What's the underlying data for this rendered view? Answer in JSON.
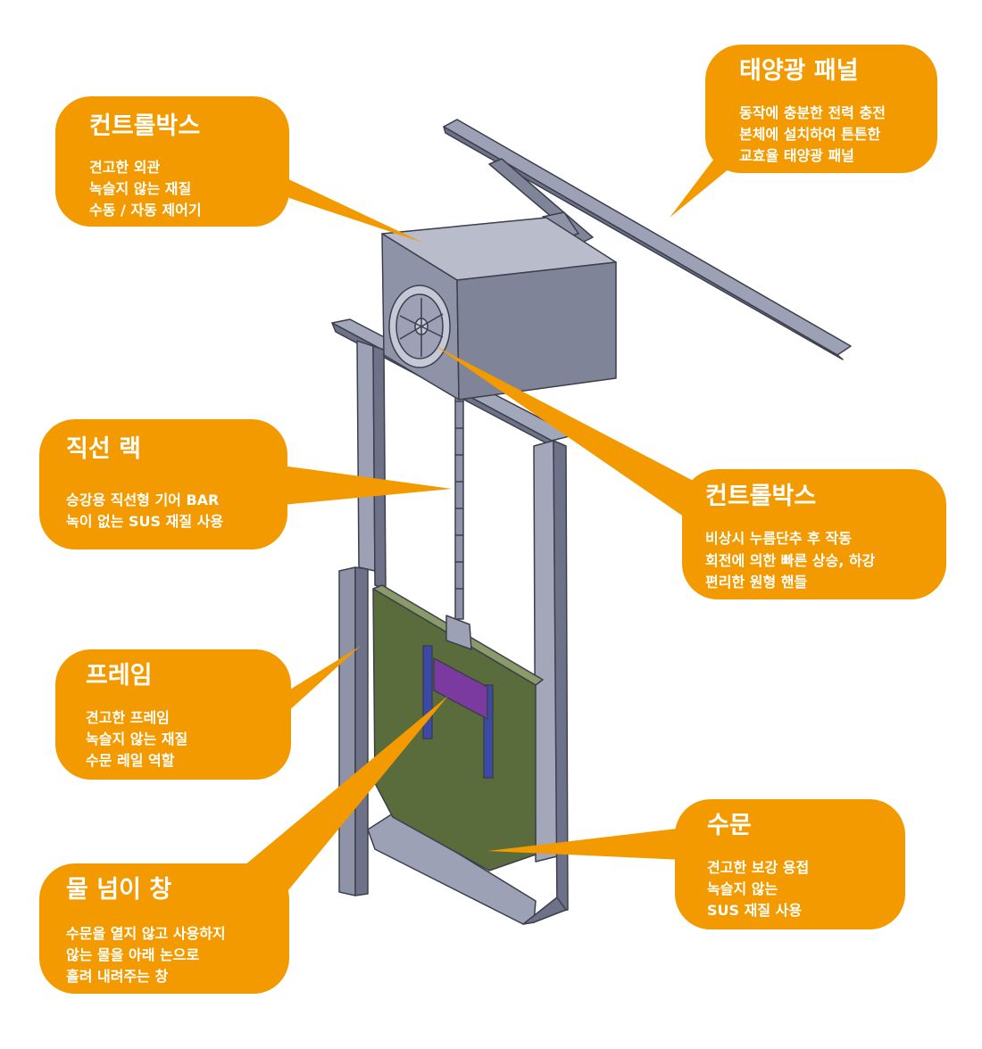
{
  "colors": {
    "callout": "#f29a00",
    "callout_text": "#ffffff",
    "metal": "#8e93a8",
    "metal_dark": "#6d7288",
    "metal_light": "#c5c8d6",
    "gate_panel": "#5a6b3c",
    "handle_purple": "#7b3aa0",
    "rail_blue": "#3b4aa8"
  },
  "callouts": {
    "control_box_top": {
      "title": "컨트롤박스",
      "lines": [
        "견고한 외관",
        "녹슬지 않는 재질",
        "수동 / 자동 제어기"
      ]
    },
    "solar_panel": {
      "title": "태양광 패널",
      "lines": [
        "동작에 충분한 전력 충전",
        "본체에 설치하여 튼튼한",
        "교효율 태양광 패널"
      ]
    },
    "linear_rack": {
      "title": "직선 랙",
      "lines": [
        "승강용 직선형 기어 BAR",
        "녹이 없는 SUS 재질 사용"
      ]
    },
    "control_box_handle": {
      "title": "컨트롤박스",
      "lines": [
        "비상시 누름단추 후 작동",
        "회전에 의한 빠른 상승, 하강",
        "편리한 원형 핸들"
      ]
    },
    "frame": {
      "title": "프레임",
      "lines": [
        "견고한 프레임",
        "녹슬지 않는 재질",
        "수문 레일 역할"
      ]
    },
    "gate": {
      "title": "수문",
      "lines": [
        "견고한 보강 용접",
        "녹슬지 않는",
        "SUS 재질 사용"
      ]
    },
    "overflow_window": {
      "title": "물 넘이 창",
      "lines": [
        "수문을 열지 않고 사용하지",
        "않는 물을 아래 논으로",
        "흘려 내려주는 창"
      ]
    }
  }
}
